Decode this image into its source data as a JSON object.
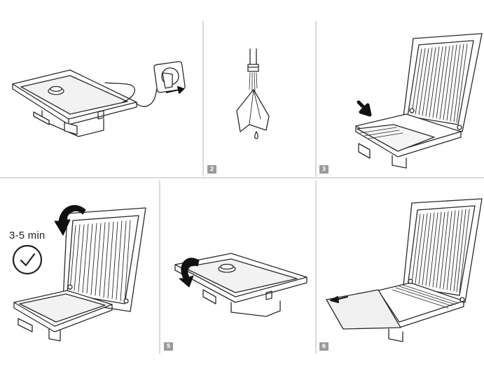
{
  "steps": [
    {
      "number": ""
    },
    {
      "number": "2"
    },
    {
      "number": "3"
    },
    {
      "number": ""
    },
    {
      "number": "5"
    },
    {
      "number": "6"
    }
  ],
  "step4": {
    "time_label": "3-5 min"
  },
  "colors": {
    "line": "#2a2a2a",
    "divider": "#b5b5b5",
    "badge": "#9a9a9a",
    "arrow": "#111111"
  }
}
